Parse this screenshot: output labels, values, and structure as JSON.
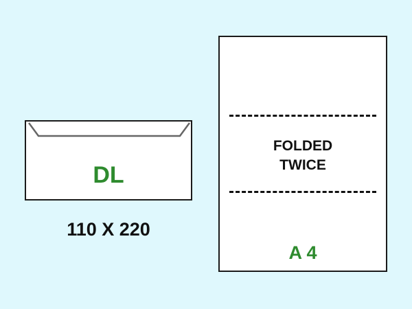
{
  "envelope": {
    "label": "DL",
    "size": "110 X 220"
  },
  "sheet": {
    "fold_text_line1": "FOLDED",
    "fold_text_line2": "TWICE",
    "label": "A 4"
  },
  "colors": {
    "background": "#dff8fd",
    "label_green": "#2e8b2e",
    "outline": "#1a1a1a"
  }
}
